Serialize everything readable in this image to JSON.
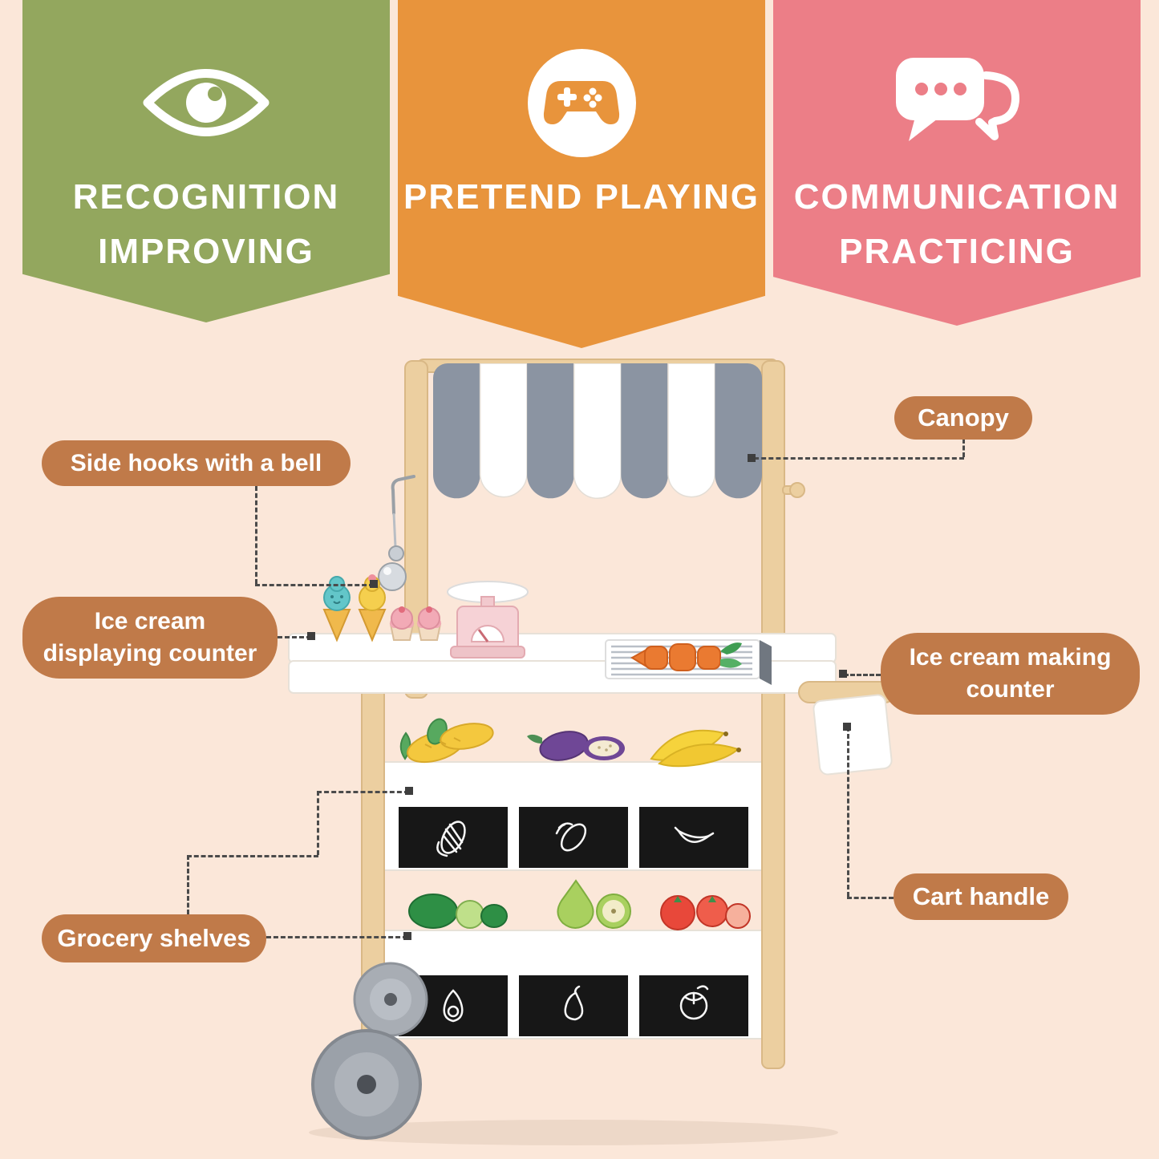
{
  "banners": [
    {
      "id": "recognition",
      "line1": "RECOGNITION",
      "line2": "IMPROVING",
      "color": "#93a75e",
      "icon": "eye-icon"
    },
    {
      "id": "pretend",
      "line1": "PRETEND PLAYING",
      "line2": "",
      "color": "#e8943c",
      "icon": "game-controller-icon"
    },
    {
      "id": "communication",
      "line1": "COMMUNICATION",
      "line2": "PRACTICING",
      "color": "#ec7e87",
      "icon": "chat-bubbles-icon"
    }
  ],
  "callouts": {
    "canopy": {
      "label": "Canopy"
    },
    "side_hooks": {
      "label": "Side hooks with a bell"
    },
    "ice_cream_display": {
      "line1": "Ice cream",
      "line2": "displaying counter"
    },
    "ice_cream_making": {
      "line1": "Ice cream making",
      "line2": "counter"
    },
    "cart_handle": {
      "label": "Cart handle"
    },
    "grocery_shelves": {
      "label": "Grocery shelves"
    }
  },
  "colors": {
    "background": "#fbe7d9",
    "label_pill": "#c07a49",
    "connector": "#4b4b4b",
    "banner_green": "#93a75e",
    "banner_orange": "#e8943c",
    "banner_pink": "#ec7e87",
    "canopy_stripe_gray": "#8b94a2",
    "wood": "#eccfa0",
    "chalkboard": "#171717"
  }
}
